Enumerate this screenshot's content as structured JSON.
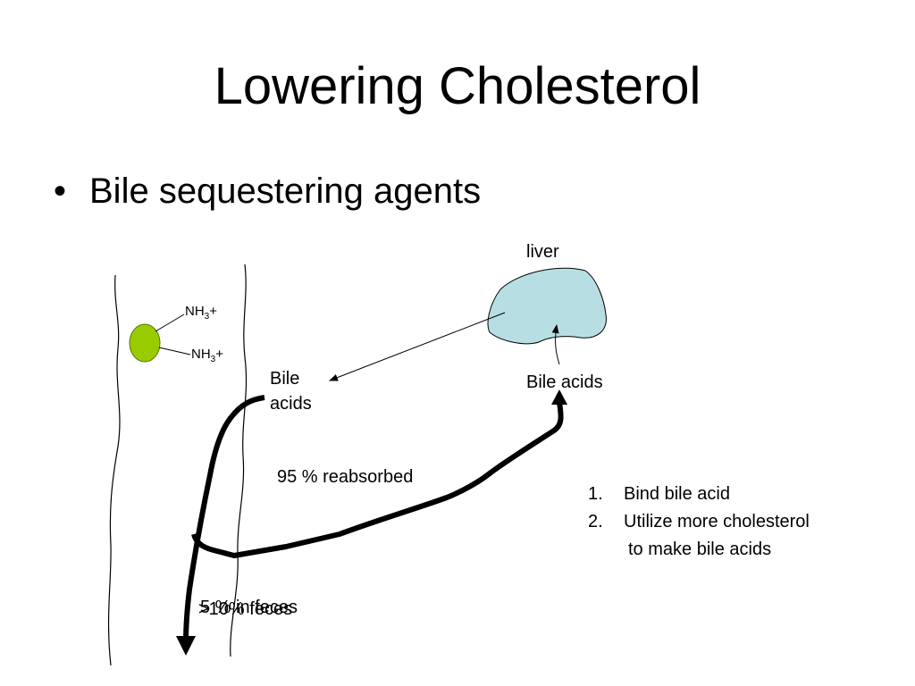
{
  "slide": {
    "title": "Lowering Cholesterol",
    "bullet": "Bile sequestering agents"
  },
  "diagram": {
    "liver_label": "liver",
    "bile_acids_liver_label": "Bile acids",
    "bile_acids_gut_line1": "Bile",
    "bile_acids_gut_line2": "acids",
    "resin_group_1": "NH",
    "resin_group_2": "NH",
    "resin_subscript": "3",
    "resin_charge": "+",
    "reabsorbed_label": "95 % reabsorbed",
    "feces_label_a": "5 % in feces",
    "feces_label_b": ">10% feces",
    "colors": {
      "liver_fill": "#b7dfe3",
      "resin_fill": "#99cc00",
      "stroke": "#000000"
    }
  },
  "steps": [
    {
      "num": "1.",
      "text": "Bind bile acid"
    },
    {
      "num": "2.",
      "text": "Utilize more cholesterol",
      "continuation": "to make bile acids"
    }
  ]
}
